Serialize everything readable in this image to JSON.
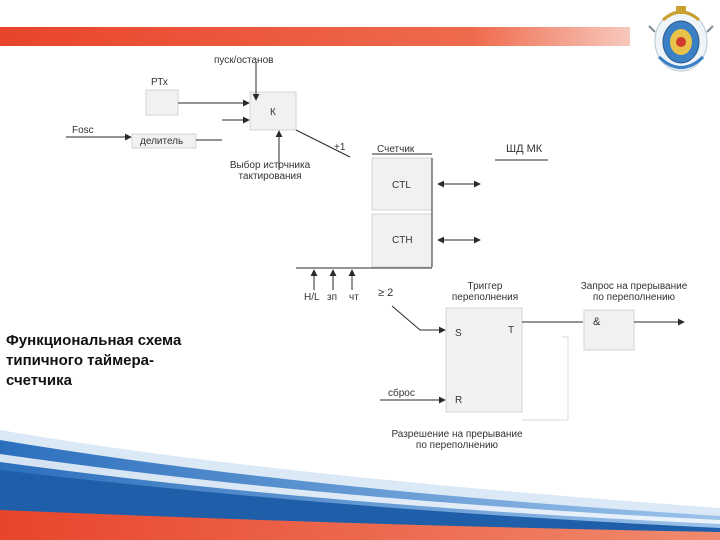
{
  "colors": {
    "header_bar": "#e8452b",
    "footer_blue": "#2b6fbd",
    "footer_red": "#e8452b",
    "block_fill": "#f1f1f1",
    "line": "#2a2a2a"
  },
  "emblem": {
    "icon": "crest-emblem-icon"
  },
  "title_lines": [
    "Функциональная схема",
    "типичного таймера-",
    "счетчика"
  ],
  "diagram": {
    "start_stop": "пуск/останов",
    "rtx": "РТх",
    "k": "К",
    "fosc": "Fosc",
    "divider": "делитель",
    "source_select": [
      "Выбор источника",
      "тактирования"
    ],
    "plus_one": "+1",
    "counter": "Счетчик",
    "bus": "ШД МК",
    "ctl": "CTL",
    "cth": "CTH",
    "hl": "H/L",
    "wr": "зп",
    "rd": "чт",
    "threshold": "≥ 2",
    "trigger": [
      "Триггер",
      "переполнения"
    ],
    "s": "S",
    "t": "T",
    "r": "R",
    "reset": "сброс",
    "interrupt_request": [
      "Запрос на прерывание",
      "по переполнению"
    ],
    "and_gate": "&",
    "interrupt_enable": [
      "Разрешение на прерывание",
      "по переполнению"
    ]
  }
}
